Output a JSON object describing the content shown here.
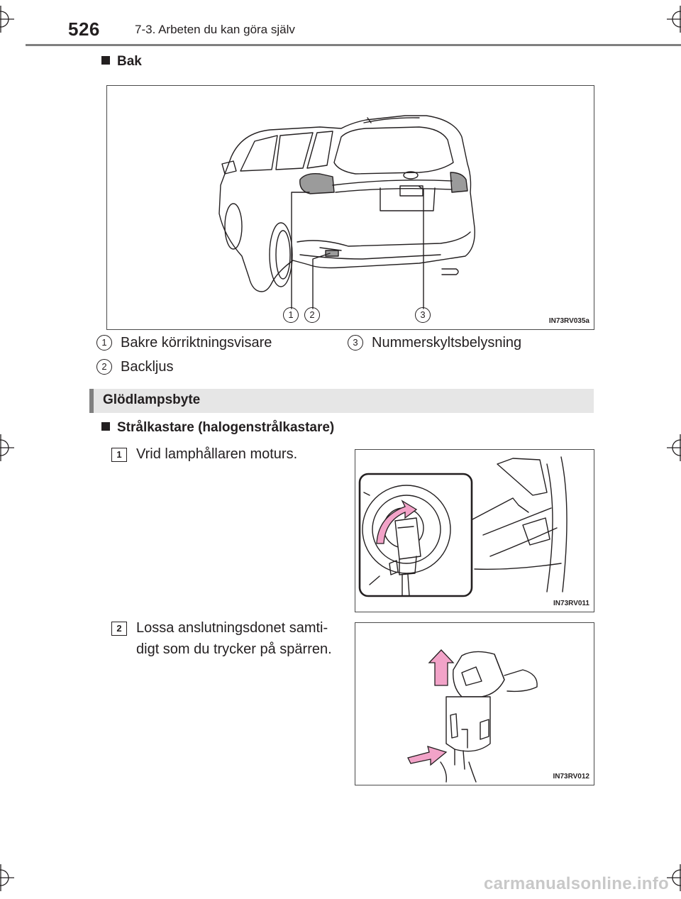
{
  "header": {
    "page_number": "526",
    "section_title": "7-3. Arbeten du kan göra själv"
  },
  "rear": {
    "heading": "Bak",
    "figure_code": "IN73RV035a",
    "callouts": [
      "1",
      "2",
      "3"
    ],
    "legend": [
      {
        "num": "1",
        "text": "Bakre körriktningsvisare"
      },
      {
        "num": "2",
        "text": "Backljus"
      },
      {
        "num": "3",
        "text": "Nummerskyltsbelysning"
      }
    ]
  },
  "bulb_section": {
    "band_title": "Glödlampsbyte",
    "subheading": "Strålkastare (halogenstrålkastare)",
    "steps": [
      {
        "num": "1",
        "line1": "Vrid lamphållaren moturs.",
        "line2": "",
        "figure_code": "IN73RV011"
      },
      {
        "num": "2",
        "line1": "Lossa anslutningsdonet samti-",
        "line2": "digt som du trycker på spärren.",
        "figure_code": "IN73RV012"
      }
    ]
  },
  "footer": {
    "url": "carmanualsonline.info"
  },
  "colors": {
    "text": "#231f20",
    "band": "#e6e6e6",
    "band_accent": "#808080",
    "arrow_pink": "#f2a3c8",
    "watermark": "#c8c8c8"
  }
}
